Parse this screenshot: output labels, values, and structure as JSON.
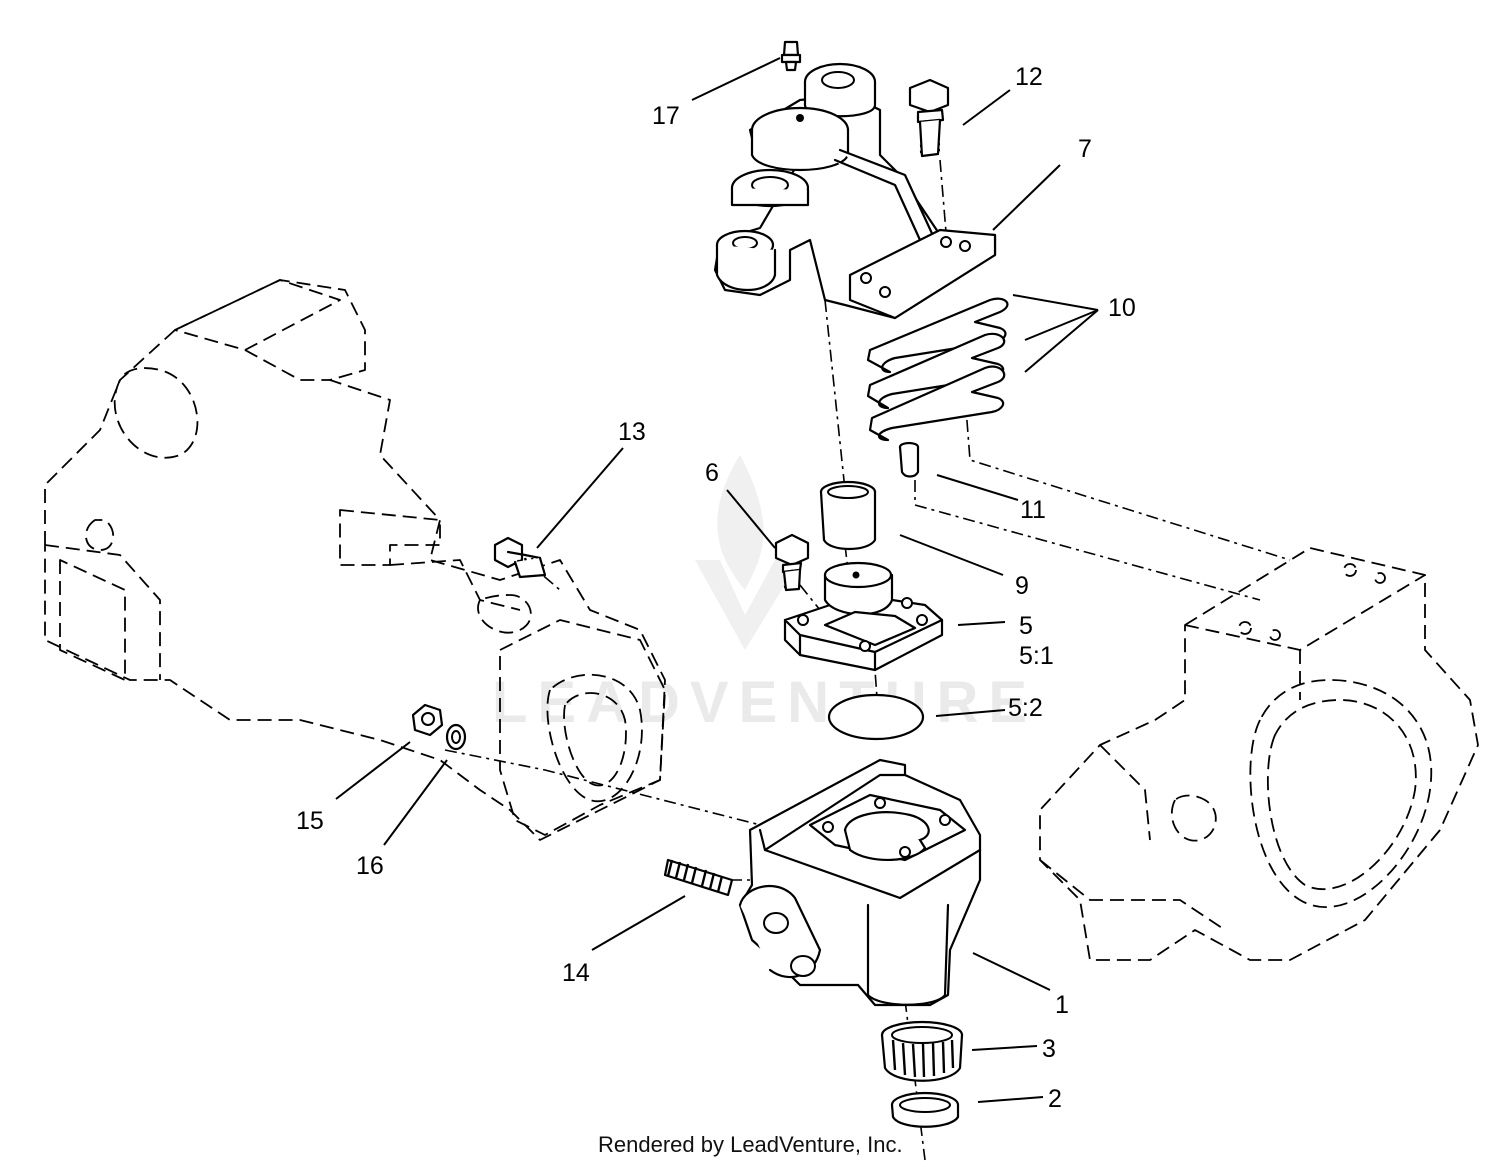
{
  "callouts": [
    {
      "id": "c1",
      "text": "1"
    },
    {
      "id": "c2",
      "text": "2"
    },
    {
      "id": "c3",
      "text": "3"
    },
    {
      "id": "c5",
      "text": "5"
    },
    {
      "id": "c51",
      "text": "5:1"
    },
    {
      "id": "c52",
      "text": "5:2"
    },
    {
      "id": "c6",
      "text": "6"
    },
    {
      "id": "c7",
      "text": "7"
    },
    {
      "id": "c9",
      "text": "9"
    },
    {
      "id": "c10",
      "text": "10"
    },
    {
      "id": "c11",
      "text": "11"
    },
    {
      "id": "c12",
      "text": "12"
    },
    {
      "id": "c13",
      "text": "13"
    },
    {
      "id": "c14",
      "text": "14"
    },
    {
      "id": "c15",
      "text": "15"
    },
    {
      "id": "c16",
      "text": "16"
    },
    {
      "id": "c17",
      "text": "17"
    }
  ],
  "credit": "Rendered by LeadVenture, Inc.",
  "watermark": "LEADVENTURE",
  "colors": {
    "ink": "#000000",
    "paper": "#ffffff",
    "watermark": "#d9d9d9"
  }
}
